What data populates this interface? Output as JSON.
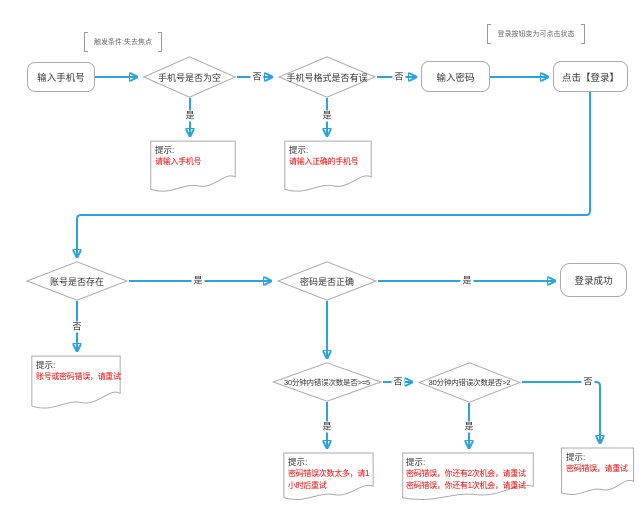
{
  "annotations": {
    "trigger": {
      "text": "触发条件:失去焦点"
    },
    "login_state": {
      "text": "登录按钮变为可点击状态"
    }
  },
  "nodes": {
    "input_phone": {
      "type": "process",
      "label": "输入手机号"
    },
    "phone_empty": {
      "type": "decision",
      "label": "手机号是否为空"
    },
    "phone_format": {
      "type": "decision",
      "label": "手机号格式是否有误"
    },
    "input_password": {
      "type": "process",
      "label": "输入密码"
    },
    "click_login": {
      "type": "process",
      "label": "点击【登录】"
    },
    "account_exists": {
      "type": "decision",
      "label": "账号是否存在"
    },
    "password_correct": {
      "type": "decision",
      "label": "密码是否正确"
    },
    "login_success": {
      "type": "process",
      "label": "登录成功"
    },
    "errors_ge5": {
      "type": "decision",
      "label": "30分钟内错误次数是否>=5"
    },
    "errors_gt2": {
      "type": "decision",
      "label": "30分钟内错误次数是否>2"
    }
  },
  "edge_labels": {
    "yes": "是",
    "no": "否"
  },
  "documents": {
    "doc_enter_phone": {
      "title": "提示:",
      "lines": [
        "请输入手机号"
      ]
    },
    "doc_correct_phone": {
      "title": "提示:",
      "lines": [
        "请输入正确的手机号"
      ]
    },
    "doc_account_error": {
      "title": "提示:",
      "lines": [
        "账号或密码错误，请重试"
      ]
    },
    "doc_too_many": {
      "title": "提示:",
      "lines": [
        "密码错误次数太多，请1",
        "小时后重试"
      ]
    },
    "doc_chances": {
      "title": "提示:",
      "lines": [
        "密码错误，你还有2次机会，请重试",
        "密码错误，你还有1次机会，请重试"
      ]
    },
    "doc_retry": {
      "title": "提示:",
      "lines": [
        "密码错误，请重试"
      ]
    }
  },
  "colors": {
    "connector": "#2BA4DD",
    "shape_border": "#ABABAB",
    "text": "#333333",
    "alert_text": "#FF0000"
  }
}
